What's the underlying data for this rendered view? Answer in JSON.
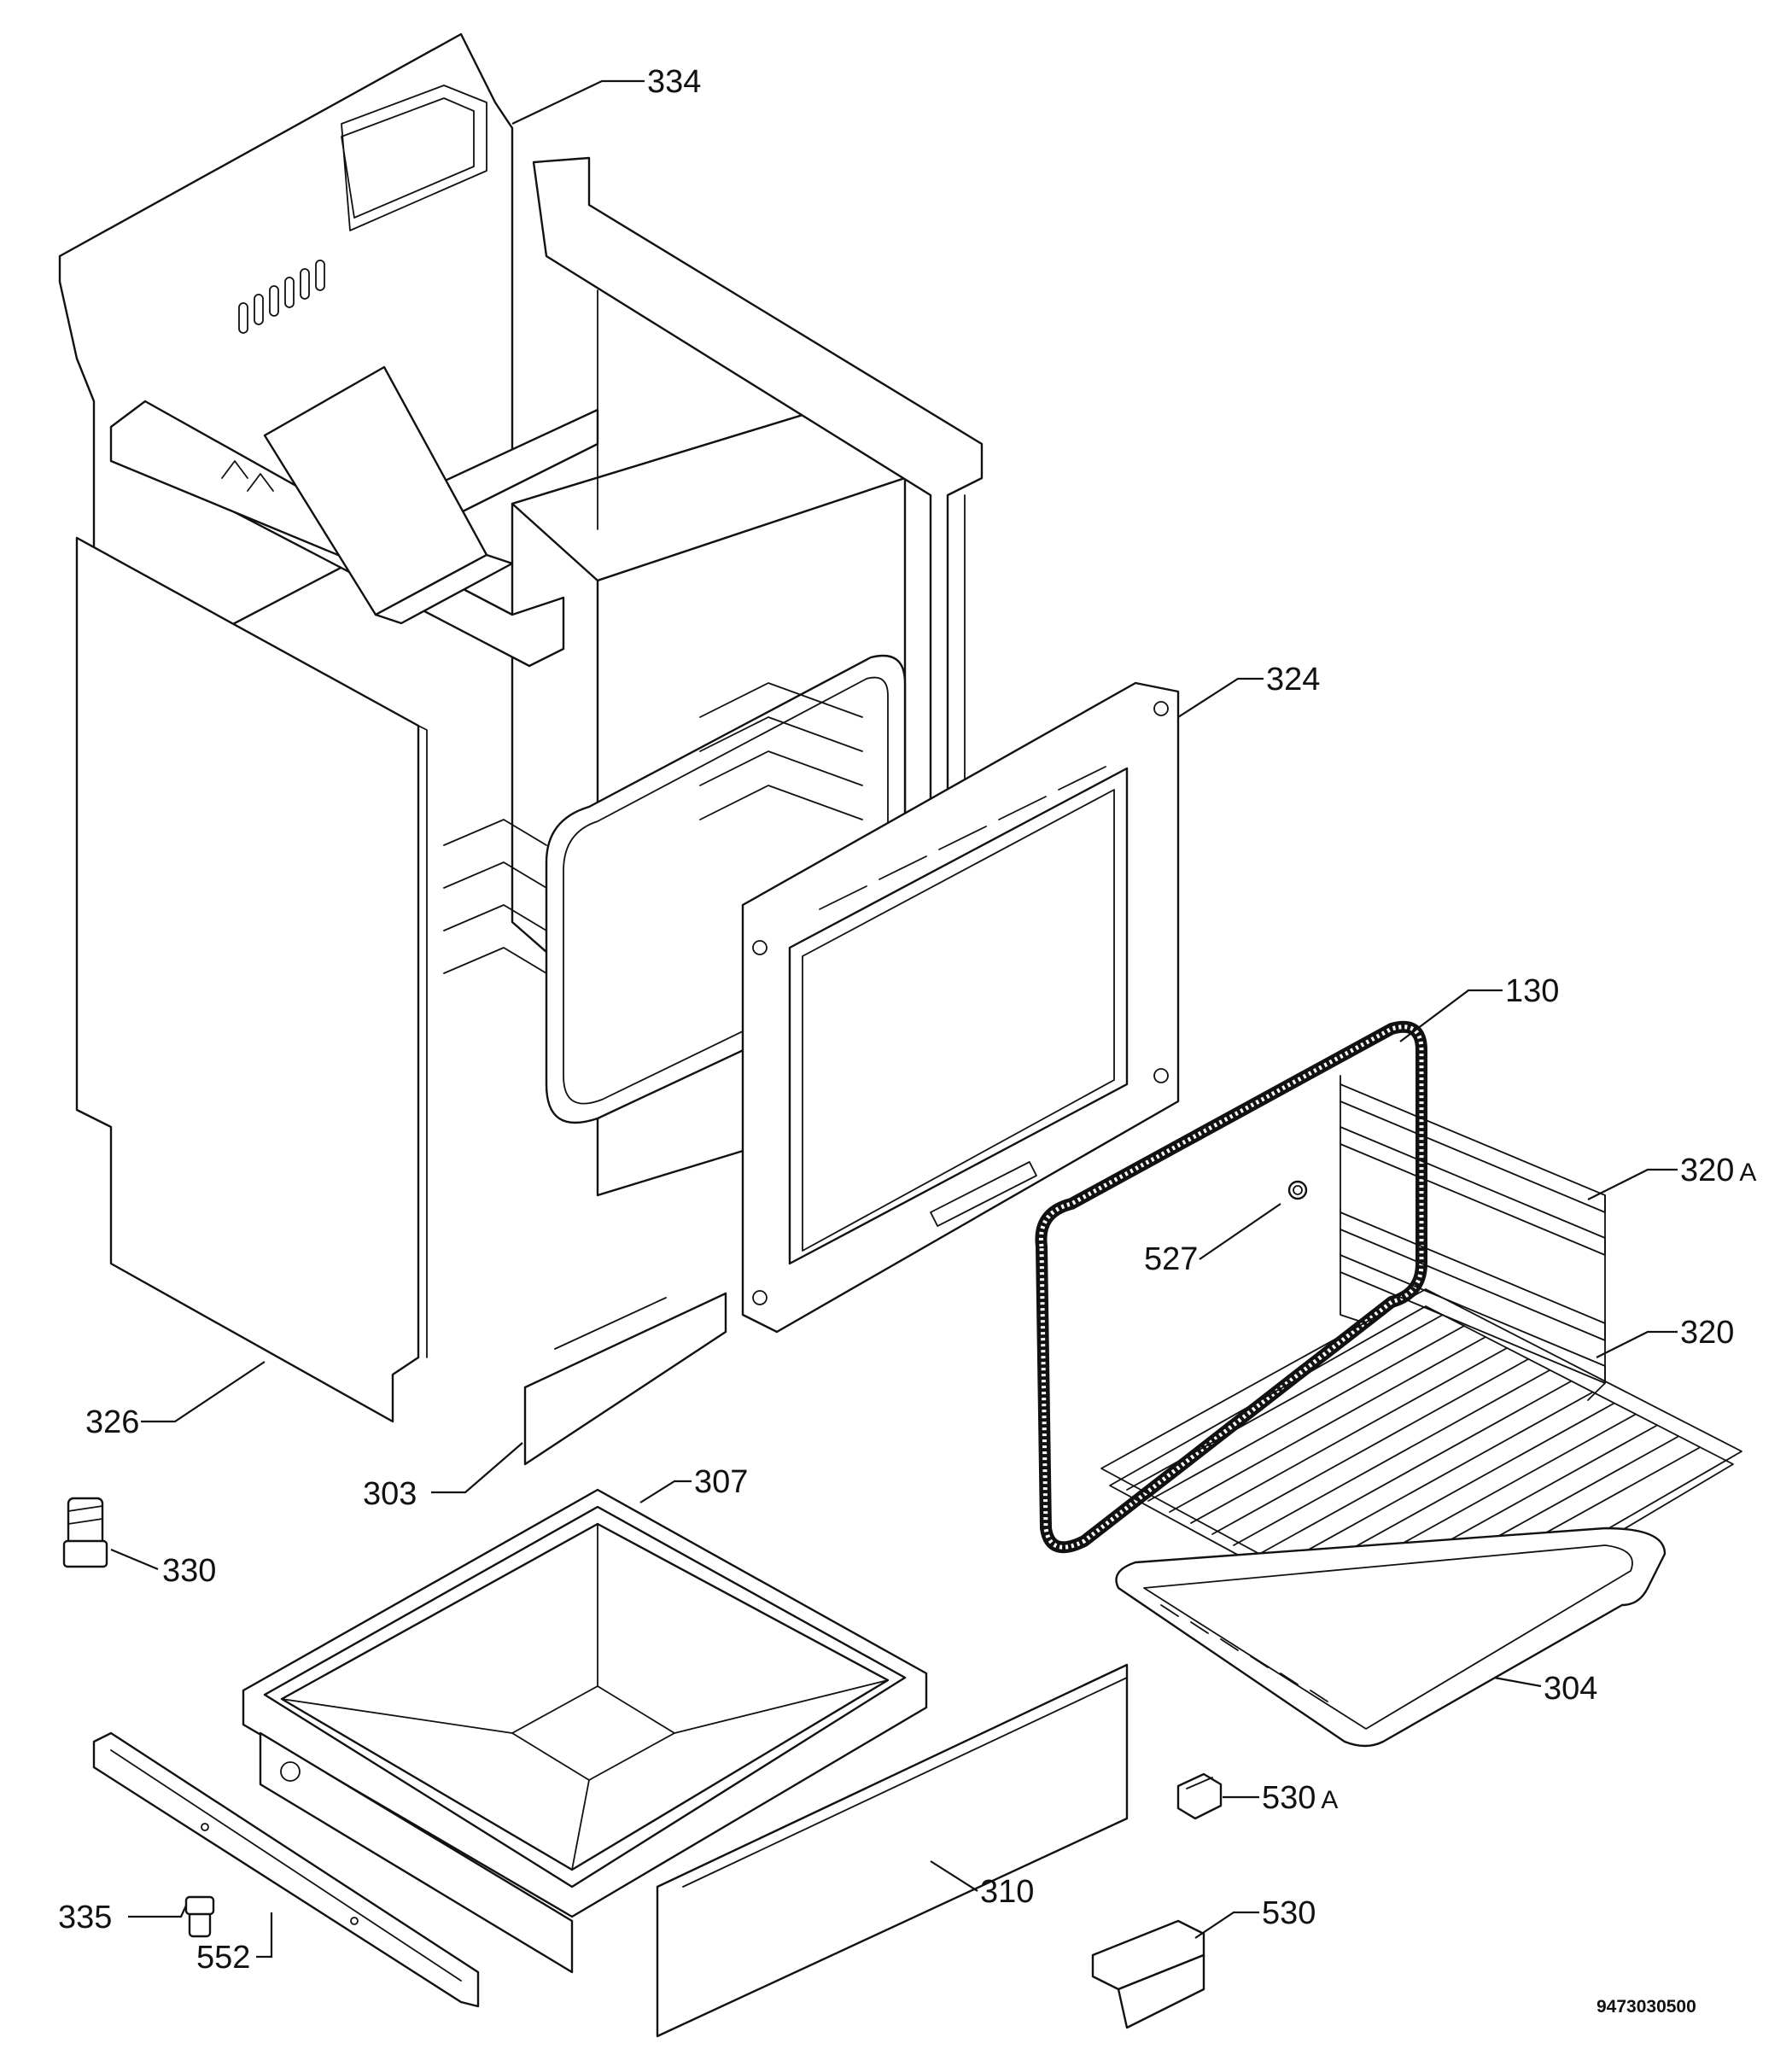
{
  "diagram": {
    "document_code": "9473030500",
    "callouts": [
      {
        "id": "334",
        "label": "334"
      },
      {
        "id": "324",
        "label": "324"
      },
      {
        "id": "130",
        "label": "130"
      },
      {
        "id": "320A",
        "label": "320",
        "suffix": "A"
      },
      {
        "id": "527",
        "label": "527"
      },
      {
        "id": "320",
        "label": "320"
      },
      {
        "id": "326",
        "label": "326"
      },
      {
        "id": "303",
        "label": "303"
      },
      {
        "id": "307",
        "label": "307"
      },
      {
        "id": "330",
        "label": "330"
      },
      {
        "id": "304",
        "label": "304"
      },
      {
        "id": "530A",
        "label": "530",
        "suffix": "A"
      },
      {
        "id": "310",
        "label": "310"
      },
      {
        "id": "335",
        "label": "335"
      },
      {
        "id": "552",
        "label": "552"
      },
      {
        "id": "530",
        "label": "530"
      }
    ]
  }
}
